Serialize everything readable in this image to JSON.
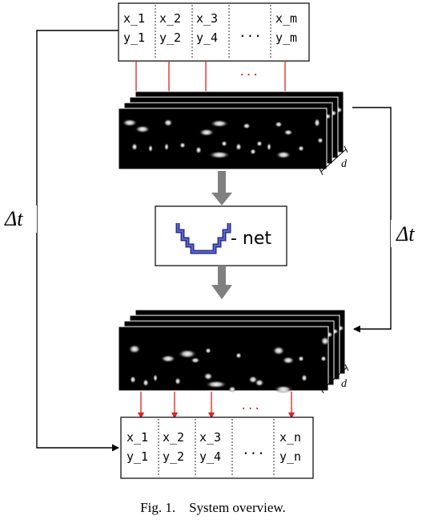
{
  "input_table": {
    "columns": [
      {
        "x": "x_1",
        "y": "y_1"
      },
      {
        "x": "x_2",
        "y": "y_2"
      },
      {
        "x": "x_3",
        "y": "y_4"
      },
      {
        "x": "...",
        "y": ""
      },
      {
        "x": "x_m",
        "y": "y_m"
      }
    ],
    "red_dots": "..."
  },
  "output_table": {
    "columns": [
      {
        "x": "x_1",
        "y": "y_1"
      },
      {
        "x": "x_2",
        "y": "y_2"
      },
      {
        "x": "x_3",
        "y": "y_4"
      },
      {
        "x": "...",
        "y": ""
      },
      {
        "x": "x_n",
        "y": "y_n"
      }
    ],
    "red_dots": "..."
  },
  "depth_label": "d",
  "delta_t_label": "Δt",
  "network_label": "- net",
  "caption": "Fig. 1.    System overview.",
  "colors": {
    "arrow_red": "#e02020",
    "arrow_gray": "#808080",
    "unet_blue": "#2a2f8a",
    "frame_black": "#000000"
  }
}
